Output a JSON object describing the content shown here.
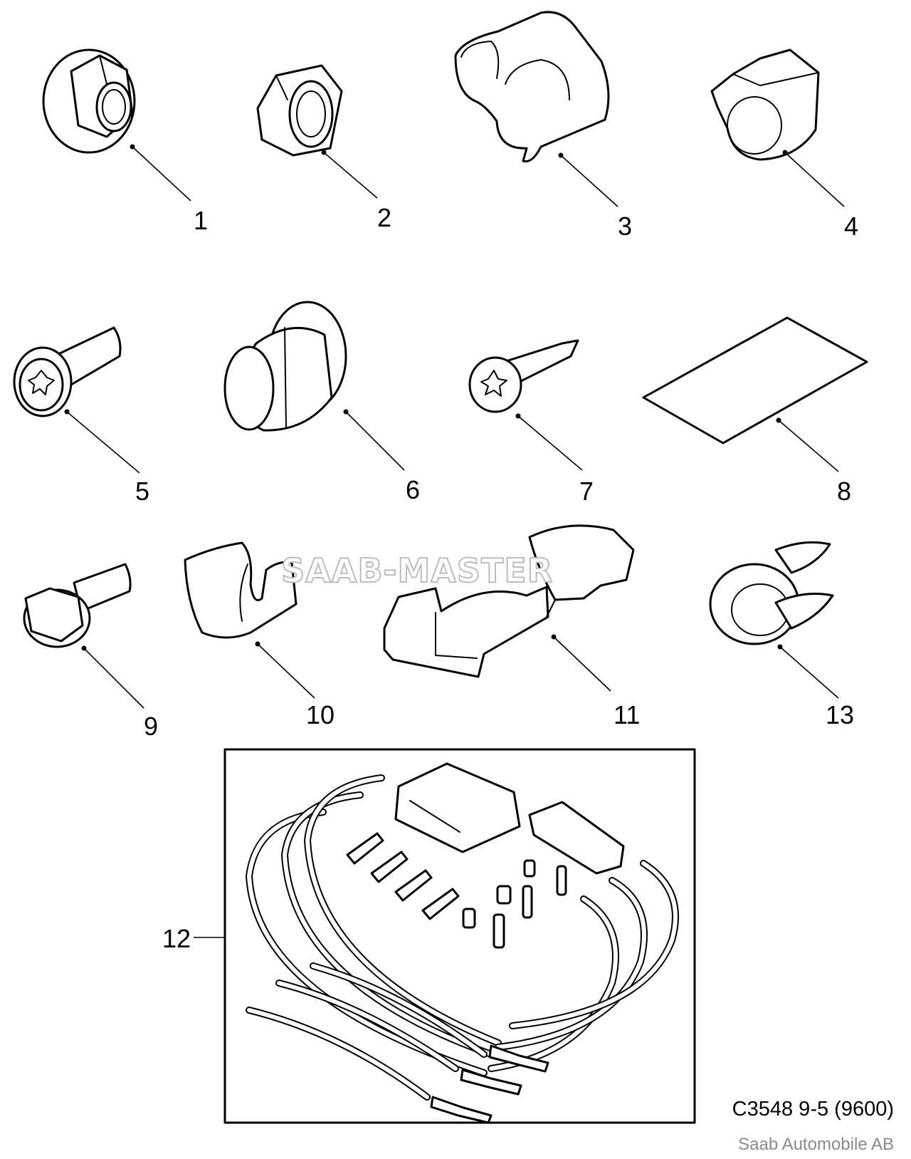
{
  "callouts": [
    "1",
    "2",
    "3",
    "4",
    "5",
    "6",
    "7",
    "8",
    "9",
    "10",
    "11",
    "12",
    "13"
  ],
  "watermark": "SAAB-MASTER",
  "diagram_ref": "C3548 9-5 (9600)",
  "copyright": "Saab Automobile AB"
}
